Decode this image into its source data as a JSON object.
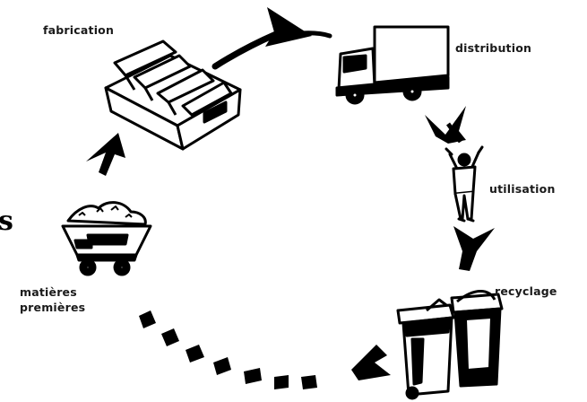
{
  "diagram": {
    "stages": {
      "fabrication": "fabrication",
      "distribution": "distribution",
      "utilisation": "utilisation",
      "recyclage": "recyclage",
      "matieres_line1": "matières",
      "matieres_line2": "premières"
    },
    "edge_fragment": "s"
  },
  "colors": {
    "ink": "#000000",
    "label": "#1a1a1a",
    "fill": "#ffffff"
  }
}
